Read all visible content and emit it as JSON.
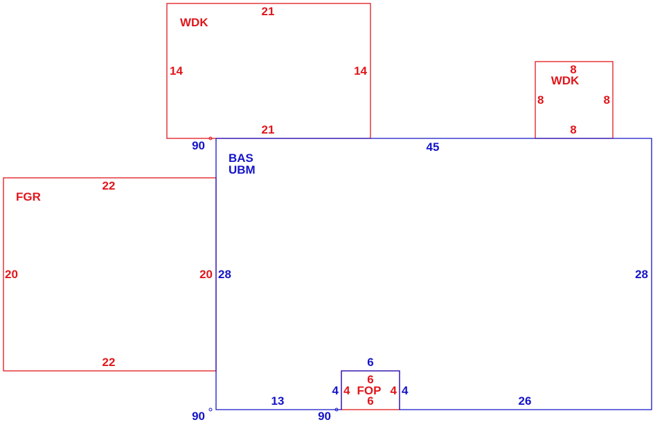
{
  "colors": {
    "exterior": "#1414c8",
    "addition": "#e0161b"
  },
  "areas": {
    "wdk_large": {
      "code": "WDK",
      "top": "21",
      "bottom": "21",
      "left": "14",
      "right": "14"
    },
    "wdk_small": {
      "code": "WDK",
      "top": "8",
      "bottom": "8",
      "left": "8",
      "right": "8"
    },
    "fgr": {
      "code": "FGR",
      "top": "22",
      "bottom": "22",
      "left": "20",
      "right": "20"
    },
    "bas": {
      "code": "BAS",
      "sub_code": "UBM",
      "top": "45",
      "left": "28",
      "right": "28",
      "bottom_left": "13",
      "bottom_right": "26",
      "notch_top": "6",
      "notch_left": "4",
      "notch_right": "4"
    },
    "fop": {
      "code": "FOP",
      "top": "6",
      "bottom": "6",
      "left": "4",
      "right": "4"
    }
  },
  "angles": {
    "top_left": "90",
    "bottom_left": "90",
    "bottom_notch": "90"
  }
}
